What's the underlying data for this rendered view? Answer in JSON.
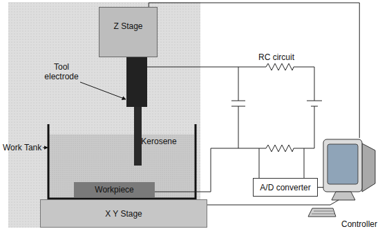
{
  "diagram": {
    "nodes": [
      {
        "text": [
          "Z Stage"
        ]
      },
      {
        "text": [
          "Workpiece"
        ]
      },
      {
        "text": [
          "X Y Stage"
        ]
      },
      {
        "text": [
          "A/D converter"
        ]
      },
      {
        "text": [
          "Controller"
        ]
      }
    ],
    "edges": [
      {
        "from": 0,
        "to": 4,
        "arrow": "none"
      },
      {
        "from": 2,
        "to": 4,
        "arrow": "none"
      },
      {
        "from": 3,
        "to": 4,
        "arrow": "none"
      }
    ],
    "labels": [
      "Tool electrode",
      "Work Tank",
      "Kerosene",
      "RC circuit"
    ]
  }
}
